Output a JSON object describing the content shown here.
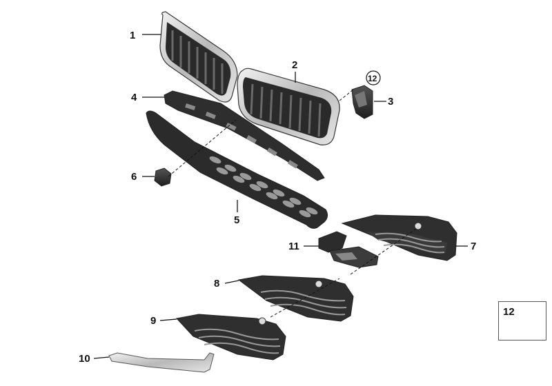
{
  "diagram": {
    "callouts": {
      "c1": "1",
      "c2": "2",
      "c3": "3",
      "c4": "4",
      "c5": "5",
      "c6": "6",
      "c7": "7",
      "c8": "8",
      "c9": "9",
      "c10": "10",
      "c11": "11",
      "c12": "12"
    },
    "legend": {
      "number": "12"
    },
    "colors": {
      "line": "#111111",
      "part_dark": "#2b2b2b",
      "part_mid": "#4a4a4a",
      "chrome": "#c8c8c8"
    }
  }
}
